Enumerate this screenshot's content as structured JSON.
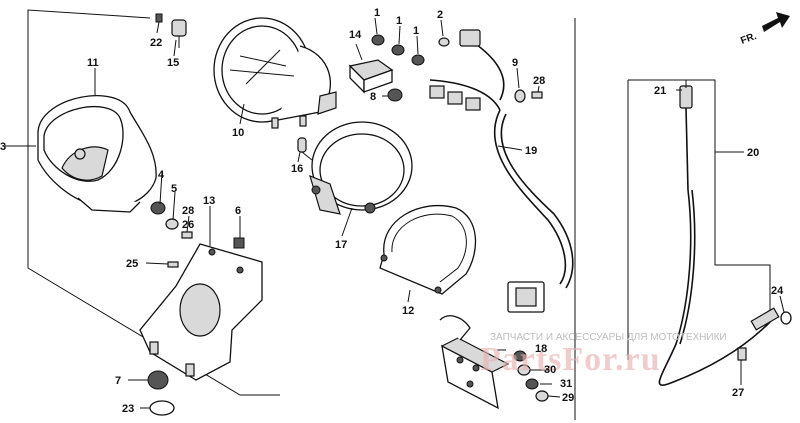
{
  "diagram": {
    "direction_label": "FR.",
    "watermark": {
      "caption": "ЗАПЧАСТИ И АКСЕССУАРЫ ДЛЯ МОТОТЕХНИКИ",
      "logo": "PartsFor.ru"
    },
    "callouts": [
      {
        "id": "1a",
        "label": "1"
      },
      {
        "id": "1b",
        "label": "1"
      },
      {
        "id": "1c",
        "label": "1"
      },
      {
        "id": "2",
        "label": "2"
      },
      {
        "id": "3",
        "label": "3"
      },
      {
        "id": "4",
        "label": "4"
      },
      {
        "id": "5",
        "label": "5"
      },
      {
        "id": "6",
        "label": "6"
      },
      {
        "id": "7",
        "label": "7"
      },
      {
        "id": "8",
        "label": "8"
      },
      {
        "id": "9",
        "label": "9"
      },
      {
        "id": "10",
        "label": "10"
      },
      {
        "id": "11",
        "label": "11"
      },
      {
        "id": "12",
        "label": "12"
      },
      {
        "id": "13",
        "label": "13"
      },
      {
        "id": "14",
        "label": "14"
      },
      {
        "id": "15",
        "label": "15"
      },
      {
        "id": "16",
        "label": "16"
      },
      {
        "id": "17",
        "label": "17"
      },
      {
        "id": "18",
        "label": "18"
      },
      {
        "id": "19",
        "label": "19"
      },
      {
        "id": "20",
        "label": "20"
      },
      {
        "id": "21",
        "label": "21"
      },
      {
        "id": "22",
        "label": "22"
      },
      {
        "id": "23",
        "label": "23"
      },
      {
        "id": "24",
        "label": "24"
      },
      {
        "id": "25",
        "label": "25"
      },
      {
        "id": "26",
        "label": "26"
      },
      {
        "id": "27",
        "label": "27"
      },
      {
        "id": "28a",
        "label": "28"
      },
      {
        "id": "28b",
        "label": "28"
      },
      {
        "id": "29",
        "label": "29"
      },
      {
        "id": "30",
        "label": "30"
      },
      {
        "id": "31",
        "label": "31"
      }
    ]
  }
}
